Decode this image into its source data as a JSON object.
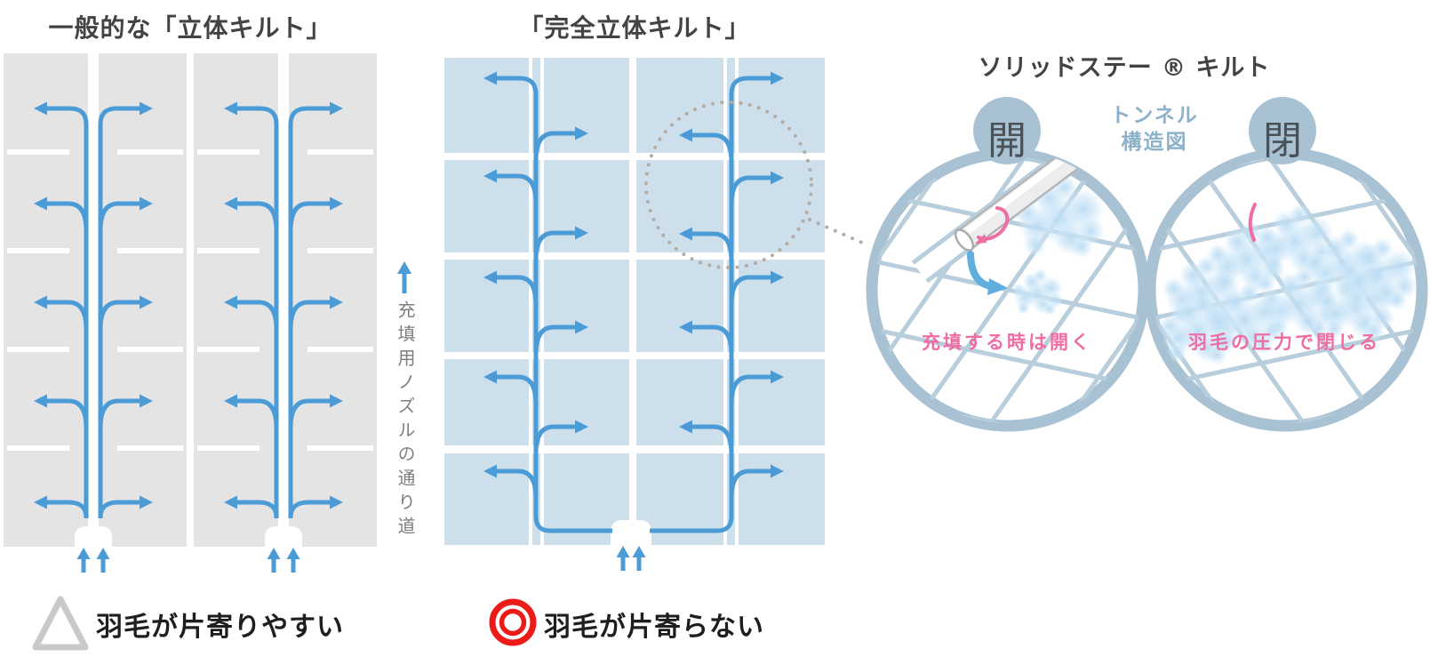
{
  "titles": {
    "general": "一般的な「立体キルト」",
    "complete": "「完全立体キルト」",
    "solid": "ソリッドステー ® キルト"
  },
  "nozzle_path": {
    "label": "充填用ノズルの通り道"
  },
  "solid_panel": {
    "badge_open": "開",
    "badge_closed": "閉",
    "tunnel_label_line1": "トンネル",
    "tunnel_label_line2": "構造図",
    "caption_open": "充填する時は開く",
    "caption_closed": "羽毛の圧力で閉じる"
  },
  "legend": {
    "bad_label": "羽毛が片寄りやすい",
    "good_label": "羽毛が片寄らない"
  },
  "colors": {
    "arrow_blue": "#4b9bd7",
    "cell_gray": "#e4e4e5",
    "cell_blue": "#cddfeb",
    "circle_border": "#a9c2d3",
    "grid_line": "#b8cedc",
    "pink": "#ee6da2",
    "dotted_gray": "#b4aba3",
    "legend_red": "#ec1b17",
    "triangle_gray": "#c9c9c9",
    "title_color": "#434343",
    "label_color": "#1e1e1e",
    "nozzle_label_color": "#7e7e7e",
    "tunnel_label_color": "#8cb2c9",
    "badge_text_color": "#4b5257"
  }
}
